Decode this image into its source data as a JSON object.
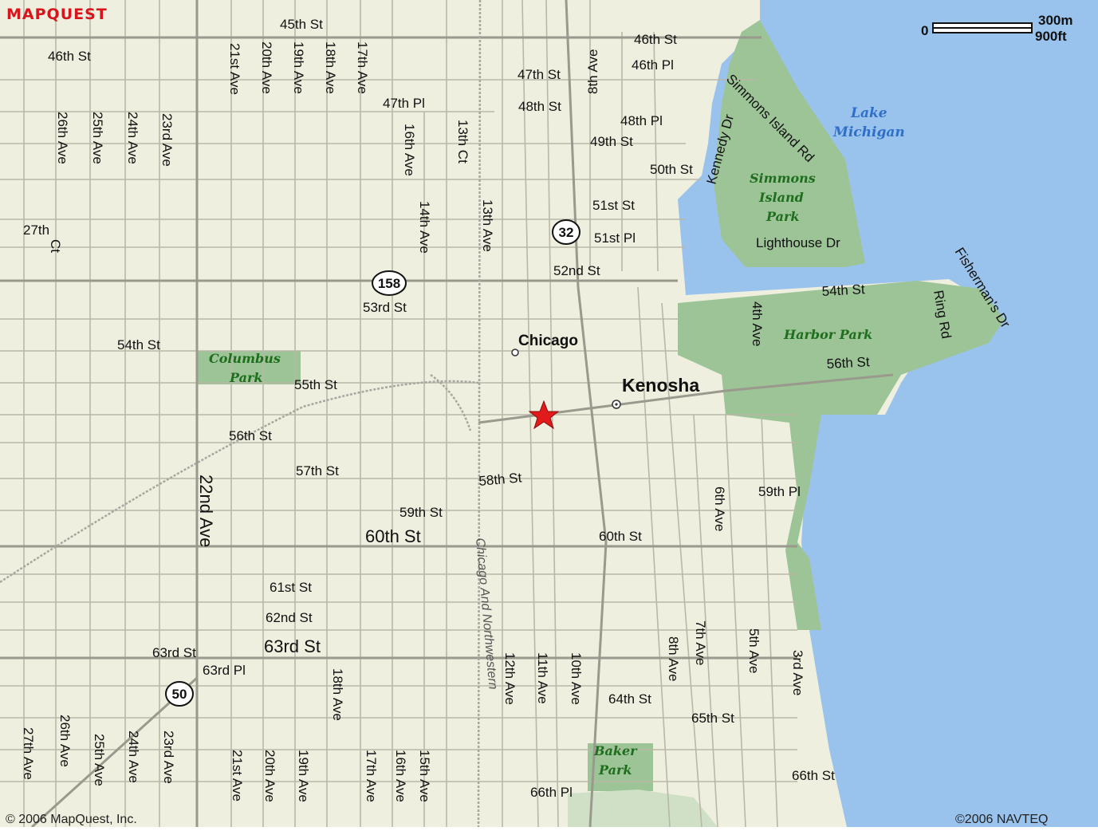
{
  "colors": {
    "land": "#efefdf",
    "water": "#99c3ec",
    "park": "#9cc497",
    "road": "#b9b7a8",
    "star": "#e11b1b"
  },
  "logo": {
    "text": "MAPQUEST"
  },
  "scale": {
    "zero": "0",
    "metric": "300m",
    "imperial": "900ft"
  },
  "copyright": {
    "left": "© 2006 MapQuest, Inc.",
    "right": "©2006 NAVTEQ"
  },
  "water": {
    "lake_line1": "Lake",
    "lake_line2": "Michigan"
  },
  "parks": {
    "columbus_line1": "Columbus",
    "columbus_line2": "Park",
    "simmons_line1": "Simmons",
    "simmons_line2": "Island",
    "simmons_line3": "Park",
    "harbor": "Harbor Park",
    "baker_line1": "Baker",
    "baker_line2": "Park"
  },
  "cities": {
    "kenosha": "Kenosha",
    "chicago": "Chicago"
  },
  "railroad": "Chicago And Northwestern",
  "shields": {
    "r158": "158",
    "r32": "32",
    "r50": "50"
  },
  "streets": {
    "s45th": "45th St",
    "s46th_w": "46th St",
    "s46th_e": "46th St",
    "p46th": "46th Pl",
    "s47th": "47th St",
    "p47th": "47th Pl",
    "s48th": "48th St",
    "p48th": "48th Pl",
    "s49th": "49th St",
    "s50th": "50th St",
    "s51st": "51st St",
    "p51st": "51st Pl",
    "s52nd": "52nd St",
    "s53rd": "53rd St",
    "s54th_w": "54th St",
    "s54th_e": "54th St",
    "s55th": "55th St",
    "s56th_w": "56th St",
    "s56th_e": "56th St",
    "s57th": "57th St",
    "s58th": "58th St",
    "s59th": "59th St",
    "p59th": "59th Pl",
    "s60th_big": "60th St",
    "s60th": "60th St",
    "s61st": "61st St",
    "s62nd": "62nd St",
    "s63rd_big": "63rd St",
    "s63rd": "63rd St",
    "p63rd": "63rd Pl",
    "s64th": "64th St",
    "s65th": "65th St",
    "s66th": "66th St",
    "p66th": "66th Pl",
    "ct27th_a": "27th",
    "ct27th_b": "Ct",
    "a21st_n": "21st Ave",
    "a20th_n": "20th Ave",
    "a19th_n": "19th Ave",
    "a18th_n": "18th Ave",
    "a17th_n": "17th Ave",
    "a16th_n": "16th Ave",
    "a13th_ct": "13th Ct",
    "a14th": "14th Ave",
    "a13th": "13th Ave",
    "a8th_n": "8th Ave",
    "a26th_n": "26th Ave",
    "a25th_n": "25th Ave",
    "a24th_n": "24th Ave",
    "a23rd_n": "23rd Ave",
    "a22nd": "22nd Ave",
    "a4th": "4th Ave",
    "a6th": "6th Ave",
    "a8th_s": "8th Ave",
    "a7th": "7th Ave",
    "a5th": "5th Ave",
    "a3rd": "3rd Ave",
    "a12th": "12th Ave",
    "a11th": "11th Ave",
    "a10th": "10th Ave",
    "a18th_s": "18th Ave",
    "a27th_s": "27th Ave",
    "a26th_s": "26th Ave",
    "a25th_s": "25th Ave",
    "a24th_s": "24th Ave",
    "a23rd_s": "23rd Ave",
    "a21st_s": "21st Ave",
    "a20th_s": "20th Ave",
    "a19th_s": "19th Ave",
    "a17th_s": "17th Ave",
    "a16th_s": "16th Ave",
    "a15th_s": "15th Ave",
    "kennedy": "Kennedy Dr",
    "simmons_rd": "Simmons Island Rd",
    "lighthouse": "Lighthouse Dr",
    "fishermans": "Fisherman's Dr",
    "ring": "Ring Rd"
  }
}
